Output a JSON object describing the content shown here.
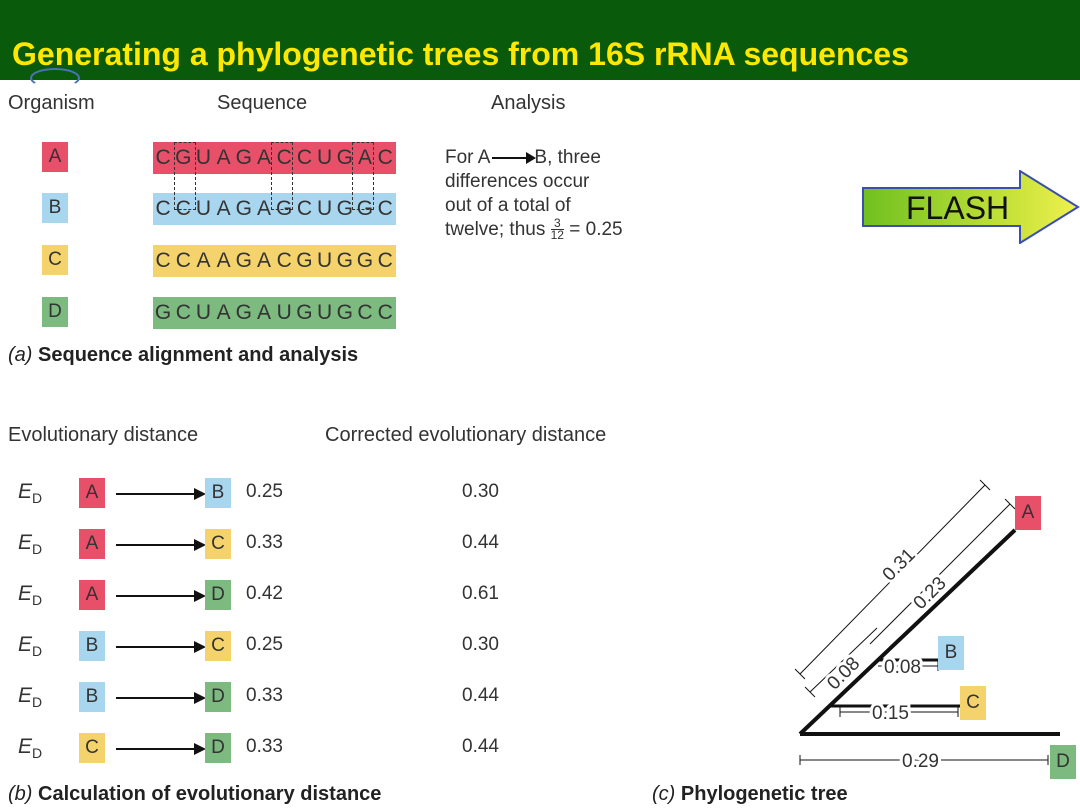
{
  "title": "Generating a phylogenetic trees from 16S rRNA sequences",
  "colors": {
    "A": "#e8506a",
    "B": "#a8d6ef",
    "C": "#f5d36c",
    "D": "#7cba80",
    "title_bg": "#0a5a0c",
    "title_fg": "#ffe800"
  },
  "panel_a": {
    "headers": {
      "organism": "Organism",
      "sequence": "Sequence",
      "analysis": "Analysis"
    },
    "rows": [
      {
        "organism": "A",
        "sequence": "CGUAGACCUGAC"
      },
      {
        "organism": "B",
        "sequence": "CCUAGAGCUGGC"
      },
      {
        "organism": "C",
        "sequence": "CCAAGACGUGGC"
      },
      {
        "organism": "D",
        "sequence": "GCUAGAUGUGCC"
      }
    ],
    "analysis": {
      "line1_pre": "For A",
      "line1_post": "B, three",
      "line2": "differences occur",
      "line3": "out of a total of",
      "line4_pre": "twelve; thus",
      "frac_num": "3",
      "frac_den": "12",
      "line4_post": "= 0.25"
    },
    "caption_letter": "(a)",
    "caption_text": "Sequence alignment and analysis"
  },
  "flash": {
    "label": "FLASH"
  },
  "panel_b": {
    "headers": {
      "evolutionary": "Evolutionary distance",
      "corrected": "Corrected evolutionary distance"
    },
    "ed_label": "E",
    "ed_sub": "D",
    "rows": [
      {
        "from": "A",
        "to": "B",
        "distance": "0.25",
        "corrected": "0.30"
      },
      {
        "from": "A",
        "to": "C",
        "distance": "0.33",
        "corrected": "0.44"
      },
      {
        "from": "A",
        "to": "D",
        "distance": "0.42",
        "corrected": "0.61"
      },
      {
        "from": "B",
        "to": "C",
        "distance": "0.25",
        "corrected": "0.30"
      },
      {
        "from": "B",
        "to": "D",
        "distance": "0.33",
        "corrected": "0.44"
      },
      {
        "from": "C",
        "to": "D",
        "distance": "0.33",
        "corrected": "0.44"
      }
    ],
    "caption_letter": "(b)",
    "caption_text": "Calculation of evolutionary distance"
  },
  "panel_c": {
    "leaves": [
      "A",
      "B",
      "C",
      "D"
    ],
    "branch_labels": {
      "outer": "0.31",
      "inner": "0.23",
      "stem": "0.08",
      "to_b": "0.08",
      "to_c": "0.15",
      "to_d": "0.29"
    },
    "caption_letter": "(c)",
    "caption_text": "Phylogenetic tree"
  }
}
